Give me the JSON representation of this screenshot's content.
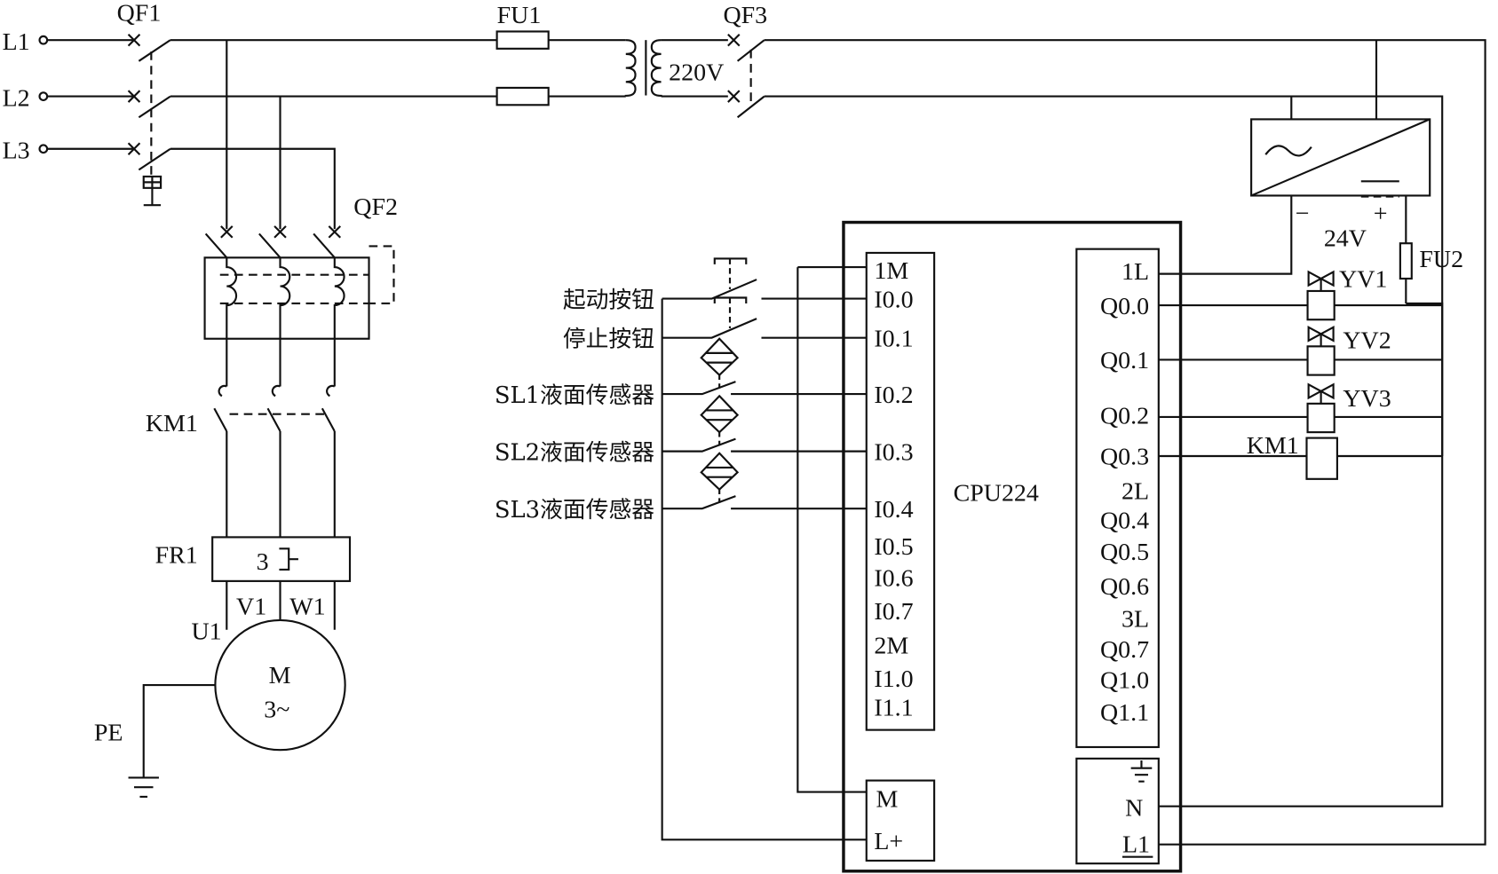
{
  "power": {
    "l1": "L1",
    "l2": "L2",
    "l3": "L3",
    "qf1": "QF1",
    "qf2": "QF2",
    "qf3": "QF3",
    "fu1": "FU1",
    "fu2": "FU2",
    "v220": "220V",
    "v24": "24V",
    "minus": "−",
    "plus": "+"
  },
  "motor": {
    "km1": "KM1",
    "fr1": "FR1",
    "fr_count": "3",
    "u1": "U1",
    "v1": "V1",
    "w1": "W1",
    "m": "M",
    "phase": "3~",
    "pe": "PE"
  },
  "inputs_devices": [
    "起动按钮",
    "停止按钮",
    "SL1液面传感器",
    "SL2液面传感器",
    "SL3液面传感器"
  ],
  "plc": {
    "name": "CPU224",
    "inputs": [
      "1M",
      "I0.0",
      "I0.1",
      "I0.2",
      "I0.3",
      "I0.4",
      "I0.5",
      "I0.6",
      "I0.7",
      "2M",
      "I1.0",
      "I1.1"
    ],
    "outputs": [
      "1L",
      "Q0.0",
      "Q0.1",
      "Q0.2",
      "Q0.3",
      "2L",
      "Q0.4",
      "Q0.5",
      "Q0.6",
      "3L",
      "Q0.7",
      "Q1.0",
      "Q1.1"
    ],
    "supply_in": [
      "M",
      "L+"
    ],
    "power_terms": [
      "N",
      "L1"
    ]
  },
  "loads": {
    "yv1": "YV1",
    "yv2": "YV2",
    "yv3": "YV3",
    "km1": "KM1"
  }
}
